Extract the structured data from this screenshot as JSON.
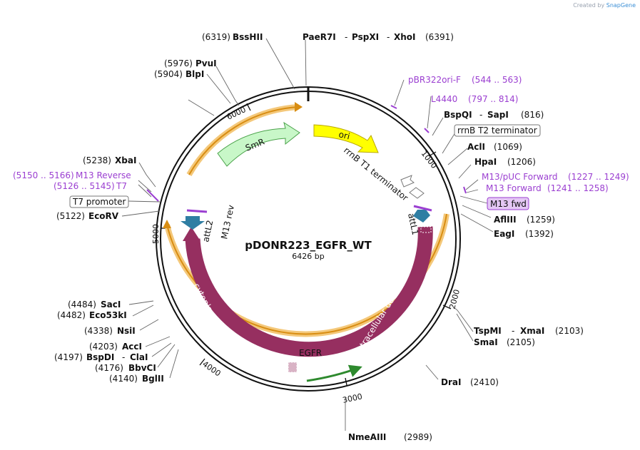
{
  "credit": {
    "prefix": "Created by",
    "brand": "SnapGene"
  },
  "plasmid": {
    "name": "pDONR223_EGFR_WT",
    "length": "6426 bp"
  },
  "ticks": [
    "1000",
    "2000",
    "3000",
    "4000",
    "5000",
    "6000"
  ],
  "sites": [
    {
      "pos": "(6319)",
      "name": "BssHII"
    },
    {
      "name": "PaeR7I",
      "sep1": "-",
      "name2": "PspXI",
      "sep2": "-",
      "name3": "XhoI",
      "pos": "(6391)"
    },
    {
      "pos": "(5976)",
      "name": "PvuI"
    },
    {
      "pos": "(5904)",
      "name": "BlpI"
    },
    {
      "name": "BspQI",
      "sep": "-",
      "name2": "SapI",
      "pos": "(816)"
    },
    {
      "name": "AclI",
      "pos": "(1069)"
    },
    {
      "name": "HpaI",
      "pos": "(1206)"
    },
    {
      "name": "AflIII",
      "pos": "(1259)"
    },
    {
      "name": "EagI",
      "pos": "(1392)"
    },
    {
      "pos": "(5238)",
      "name": "XbaI"
    },
    {
      "pos": "(5122)",
      "name": "EcoRV"
    },
    {
      "name": "TspMI",
      "sep": "-",
      "name2": "XmaI",
      "pos": "(2103)"
    },
    {
      "name": "SmaI",
      "pos": "(2105)"
    },
    {
      "name": "DraI",
      "pos": "(2410)"
    },
    {
      "name": "NmeAIII",
      "pos": "(2989)"
    },
    {
      "pos": "(4484)",
      "name": "SacI"
    },
    {
      "pos": "(4482)",
      "name": "Eco53kI"
    },
    {
      "pos": "(4338)",
      "name": "NsiI"
    },
    {
      "pos": "(4203)",
      "name": "AccI"
    },
    {
      "pos": "(4197)",
      "name": "BspDI",
      "sep": "-",
      "name2": "ClaI"
    },
    {
      "pos": "(4176)",
      "name": "BbvCI"
    },
    {
      "pos": "(4140)",
      "name": "BglII"
    }
  ],
  "primers": [
    {
      "name": "pBR322ori-F",
      "range": "(544 .. 563)"
    },
    {
      "name": "L4440",
      "range": "(797 .. 814)"
    },
    {
      "name": "M13/pUC Forward",
      "range": "(1227 .. 1249)"
    },
    {
      "name": "M13 Forward",
      "range": "(1241 .. 1258)"
    },
    {
      "name": "M13 Reverse",
      "range": "(5150 .. 5166)"
    },
    {
      "name": "T7",
      "range": "(5126 .. 5145)"
    }
  ],
  "boxed": [
    {
      "name": "rrnB T2 terminator"
    },
    {
      "name": "M13 fwd"
    },
    {
      "name": "T7 promoter"
    }
  ],
  "features": [
    {
      "name": "SmR"
    },
    {
      "name": "ori"
    },
    {
      "name": "rrnB T1 terminator"
    },
    {
      "name": "attL1"
    },
    {
      "name": "attL2"
    },
    {
      "name": "M13 rev"
    },
    {
      "name": "EGFR"
    },
    {
      "name": "cytoplasmic domain"
    },
    {
      "name": "extracellular domain"
    }
  ],
  "colors": {
    "backbone": "#111111",
    "primer": "#9b3fd1",
    "egfr": "#962f60",
    "orf": "#f2b24a",
    "smr": "#c8f7c8",
    "ori": "#ffff00",
    "att": "#2f7ea3"
  }
}
